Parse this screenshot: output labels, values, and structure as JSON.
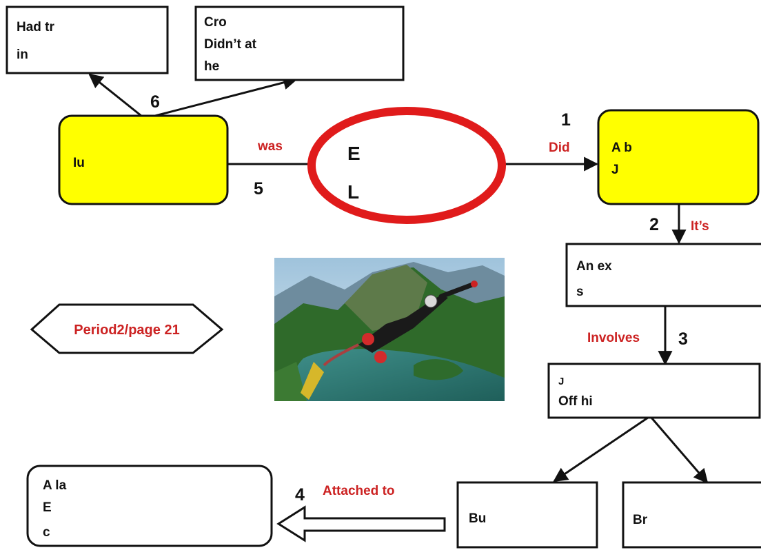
{
  "nodes": {
    "top_left_box": [
      "Had tr",
      "in"
    ],
    "top_mid_box": [
      "Cro",
      "Didn’t at",
      "he"
    ],
    "left_yellow": "Iu",
    "center_ellipse": [
      "E",
      "L"
    ],
    "right_yellow": [
      "A b",
      "J"
    ],
    "an_ex_box": [
      "An ex",
      "s"
    ],
    "j_box": [
      "J",
      "Off hi"
    ],
    "bu_box": "Bu",
    "br_box": "Br",
    "bottom_left_box": [
      "A la",
      "E",
      "c"
    ],
    "period_badge": "Period2/page 21"
  },
  "edges": {
    "e1": {
      "number": "1",
      "label": "Did"
    },
    "e2": {
      "number": "2",
      "label": "It’s"
    },
    "e3": {
      "number": "3",
      "label": "Involves"
    },
    "e4": {
      "number": "4",
      "label": "Attached to"
    },
    "e5": {
      "number": "5",
      "label": "was"
    },
    "e6": {
      "number": "6"
    }
  },
  "photo": {
    "description_icon": "bungee-jump-photo"
  },
  "colors": {
    "yellow": "#ffff00",
    "ellipse_red": "#e01b1b",
    "label_red": "#cc2222",
    "stroke": "#111111"
  }
}
